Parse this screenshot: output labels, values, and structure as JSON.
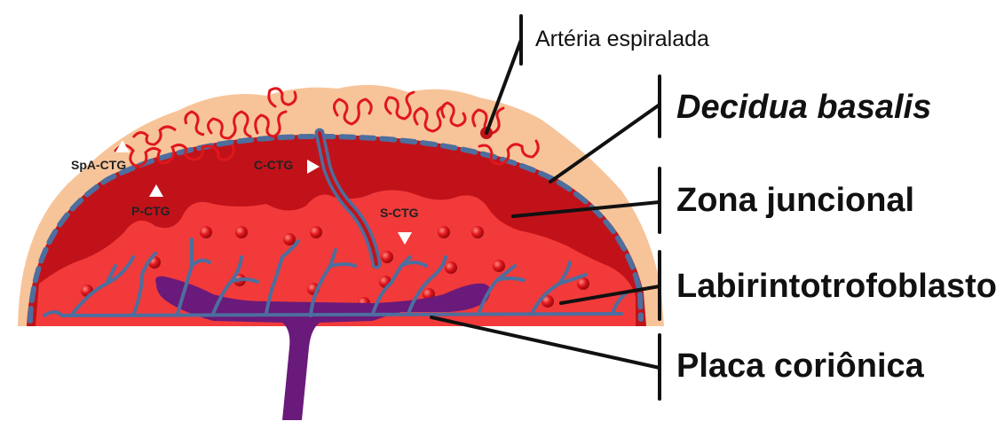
{
  "labels": {
    "arteria": "Artéria espiralada",
    "decidua": "Decidua basalis",
    "zona": "Zona juncional",
    "labirinto": "Labirintotrofoblasto",
    "placa": "Placa coriônica"
  },
  "cell_labels": {
    "spa": "SpA-CTG",
    "p": "P-CTG",
    "c": "C-CTG",
    "s": "S-CTG"
  },
  "colors": {
    "decidua": "#f7c49a",
    "junctional": "#c1121a",
    "labyrinth": "#f23a3a",
    "vessel": "#4d6e9e",
    "chorionic": "#6a1a7a",
    "artery": "#e0171c"
  }
}
